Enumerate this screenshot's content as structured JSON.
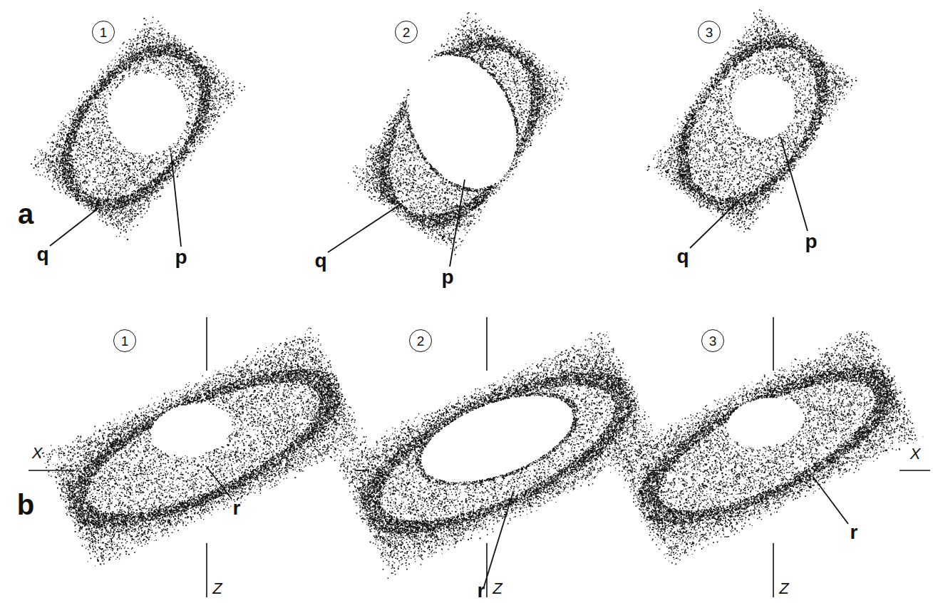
{
  "diagram": {
    "nodes": [
      {
        "text": [
          "1"
        ]
      },
      {
        "text": [
          "2"
        ]
      },
      {
        "text": [
          "3"
        ]
      },
      {
        "text": [
          "1"
        ]
      },
      {
        "text": [
          "2"
        ]
      },
      {
        "text": [
          "3"
        ]
      }
    ],
    "labels": [
      "a",
      "q",
      "p",
      "q",
      "p",
      "q",
      "p",
      "b",
      "X",
      "r",
      "r",
      "r",
      "Z",
      "Z",
      "Z",
      "X"
    ]
  }
}
